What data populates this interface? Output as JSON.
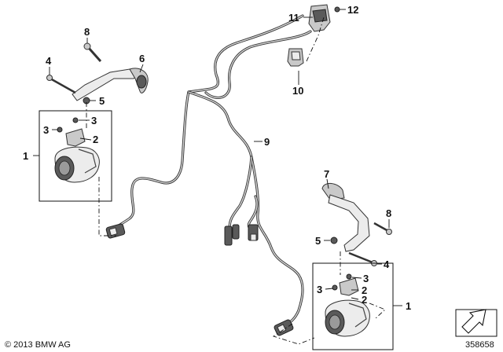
{
  "callouts": {
    "c1_left": "1",
    "c1_right": "1",
    "c2_left": "2",
    "c2_right_a": "2",
    "c2_right_b": "2",
    "c3_left_a": "3",
    "c3_left_b": "3",
    "c3_right_a": "3",
    "c3_right_b": "3",
    "c4_left": "4",
    "c4_right": "4",
    "c5_left": "5",
    "c5_right": "5",
    "c6": "6",
    "c7": "7",
    "c8_left": "8",
    "c8_right": "8",
    "c9": "9",
    "c10": "10",
    "c11": "11",
    "c12": "12"
  },
  "footer": {
    "copyright": "© 2013 BMW AG",
    "reference": "358658"
  },
  "icons": [
    "nav-arrow-icon"
  ]
}
